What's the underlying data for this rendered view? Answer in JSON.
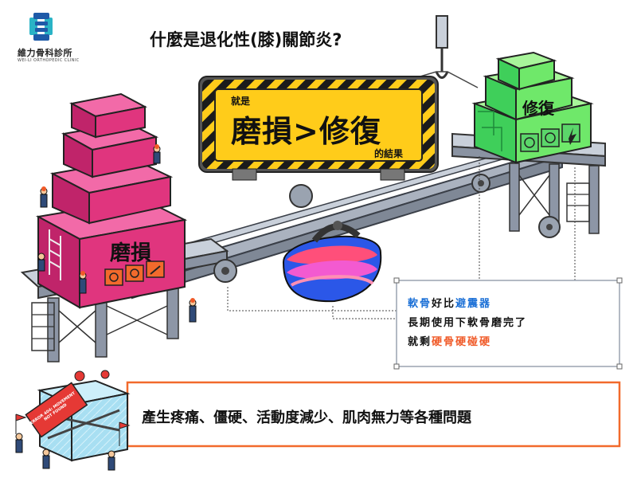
{
  "logo": {
    "name": "維力骨科診所",
    "subtitle": "WEI-LI ORTHOPEDIC CLINIC"
  },
  "title": "什麼是退化性(膝)關節炎?",
  "sign": {
    "prefix": "就是",
    "equation": "磨損>修復",
    "suffix": "的結果"
  },
  "left_box_label": "磨損",
  "right_box_label": "修復",
  "info": {
    "line1": {
      "part1": "軟骨",
      "part2": "好比",
      "part3": "避震器"
    },
    "line2": "長期使用下軟骨磨完了",
    "line3": {
      "part1": "就剩",
      "part2": "硬骨硬碰硬"
    }
  },
  "error_sign": "ERROR 404: MOVEMENT NOT FOUND",
  "bottom_text": "產生疼痛、僵硬、活動度減少、肌肉無力等各種問題",
  "colors": {
    "magenta": "#e0357e",
    "green": "#6fe86a",
    "yellow": "#ffcc1a",
    "blue_text": "#1a6fd6",
    "orange_text": "#f05a28",
    "steel": "#8d96a6",
    "accent_orange": "#f26a2c"
  }
}
